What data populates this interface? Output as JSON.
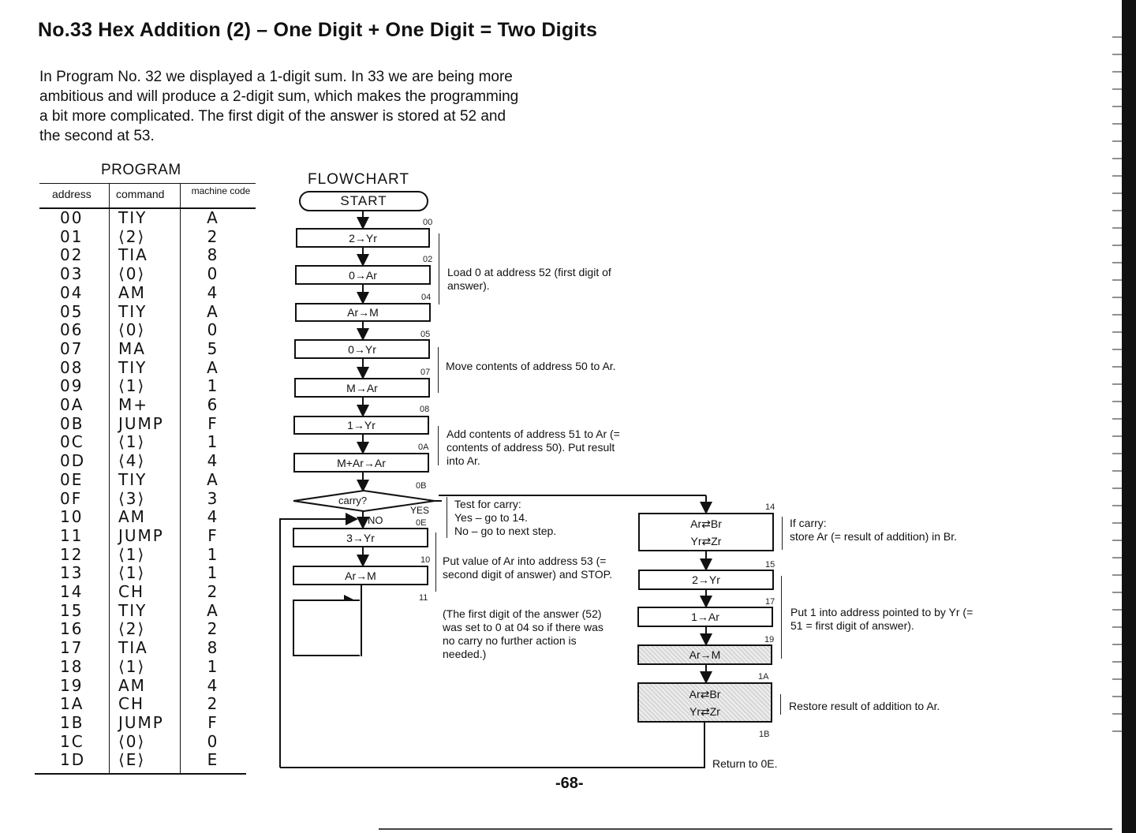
{
  "title": "No.33 Hex Addition (2) – One Digit + One Digit = Two Digits",
  "intro": "In Program No. 32 we displayed a 1-digit sum. In 33 we are being more ambitious and will produce a 2-digit sum, which makes the programming a bit more complicated. The first digit of the answer is stored at 52 and the second at 53.",
  "program": {
    "heading": "PROGRAM",
    "headers": {
      "address": "address",
      "command": "command",
      "machine_code": "machine code"
    },
    "rows": [
      {
        "a": "00",
        "c": "TIY",
        "m": "A"
      },
      {
        "a": "01",
        "c": "⟨2⟩",
        "m": "2"
      },
      {
        "a": "02",
        "c": "TIA",
        "m": "8"
      },
      {
        "a": "03",
        "c": "⟨0⟩",
        "m": "0"
      },
      {
        "a": "04",
        "c": "AM",
        "m": "4"
      },
      {
        "a": "05",
        "c": "TIY",
        "m": "A"
      },
      {
        "a": "06",
        "c": "⟨0⟩",
        "m": "0"
      },
      {
        "a": "07",
        "c": "MA",
        "m": "5"
      },
      {
        "a": "08",
        "c": "TIY",
        "m": "A"
      },
      {
        "a": "09",
        "c": "⟨1⟩",
        "m": "1"
      },
      {
        "a": "0A",
        "c": "M+",
        "m": "6"
      },
      {
        "a": "0B",
        "c": "JUMP",
        "m": "F"
      },
      {
        "a": "0C",
        "c": "⟨1⟩",
        "m": "1"
      },
      {
        "a": "0D",
        "c": "⟨4⟩",
        "m": "4"
      },
      {
        "a": "0E",
        "c": "TIY",
        "m": "A"
      },
      {
        "a": "0F",
        "c": "⟨3⟩",
        "m": "3"
      },
      {
        "a": "10",
        "c": "AM",
        "m": "4"
      },
      {
        "a": "11",
        "c": "JUMP",
        "m": "F"
      },
      {
        "a": "12",
        "c": "⟨1⟩",
        "m": "1"
      },
      {
        "a": "13",
        "c": "⟨1⟩",
        "m": "1"
      },
      {
        "a": "14",
        "c": "CH",
        "m": "2"
      },
      {
        "a": "15",
        "c": "TIY",
        "m": "A"
      },
      {
        "a": "16",
        "c": "⟨2⟩",
        "m": "2"
      },
      {
        "a": "17",
        "c": "TIA",
        "m": "8"
      },
      {
        "a": "18",
        "c": "⟨1⟩",
        "m": "1"
      },
      {
        "a": "19",
        "c": "AM",
        "m": "4"
      },
      {
        "a": "1A",
        "c": "CH",
        "m": "2"
      },
      {
        "a": "1B",
        "c": "JUMP",
        "m": "F"
      },
      {
        "a": "1C",
        "c": "⟨0⟩",
        "m": "0"
      },
      {
        "a": "1D",
        "c": "⟨E⟩",
        "m": "E"
      }
    ]
  },
  "flowchart": {
    "heading": "FLOWCHART",
    "start": "START",
    "left_boxes": [
      {
        "addr": "00",
        "text": "2→Yr"
      },
      {
        "addr": "02",
        "text": "0→Ar"
      },
      {
        "addr": "04",
        "text": "Ar→M"
      },
      {
        "addr": "05",
        "text": "0→Yr"
      },
      {
        "addr": "07",
        "text": "M→Ar"
      },
      {
        "addr": "08",
        "text": "1→Yr"
      },
      {
        "addr": "0A",
        "text": "M+Ar→Ar"
      }
    ],
    "decision": {
      "addr": "0B",
      "text": "carry?",
      "yes": "YES",
      "no": "NO"
    },
    "after_no": [
      {
        "addr": "0E",
        "text": "3→Yr"
      },
      {
        "addr": "10",
        "text": "Ar→M"
      }
    ],
    "stop_box_addr": "11",
    "right_boxes": [
      {
        "addr": "14",
        "line1": "Ar⇄Br",
        "line2": "Yr⇄Zr"
      },
      {
        "addr": "15",
        "text": "2→Yr"
      },
      {
        "addr": "17",
        "text": "1→Ar"
      },
      {
        "addr": "19",
        "text": "Ar→M"
      },
      {
        "addr": "1A",
        "line1": "Ar⇄Br",
        "line2": "Yr⇄Zr"
      }
    ],
    "end_addr": "1B",
    "notes": {
      "load": "Load 0 at address 52 (first digit of answer).",
      "move": "Move contents of address 50 to Ar.",
      "add": "Add contents of address 51 to Ar (= contents of address 50). Put result into Ar.",
      "test": "Test for carry:\nYes – go to 14.\nNo – go to next step.",
      "put": "Put value of Ar into address 53 (= second digit of answer) and STOP.",
      "first": "(The first digit of the answer (52) was set to 0 at 04 so if there was no carry no further action is needed.)",
      "ifcarry": "If carry:\nstore Ar (= result of addition) in Br.",
      "put1": "Put 1 into address pointed to by Yr (= 51 = first digit of answer).",
      "restore": "Restore result of addition to Ar.",
      "return": "Return to 0E."
    }
  },
  "page_number": "-68-"
}
